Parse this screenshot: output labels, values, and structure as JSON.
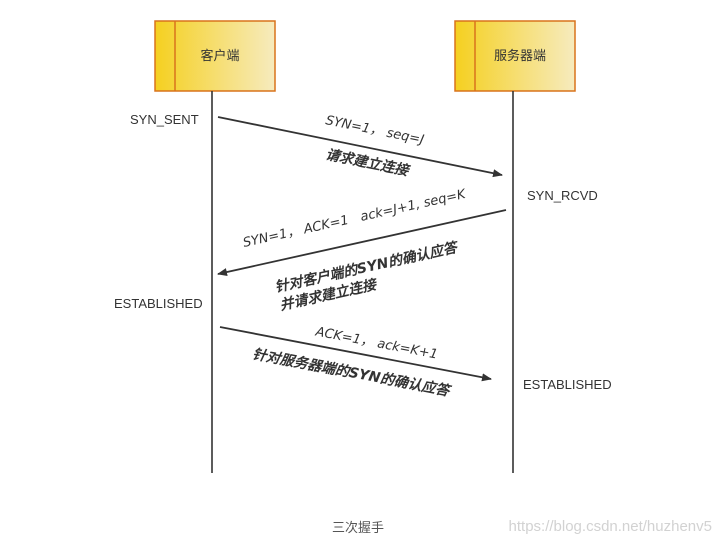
{
  "actors": {
    "client": {
      "label": "客户端"
    },
    "server": {
      "label": "服务器端"
    }
  },
  "states": {
    "client_1": "SYN_SENT",
    "server_1": "SYN_RCVD",
    "client_2": "ESTABLISHED",
    "server_2": "ESTABLISHED"
  },
  "messages": [
    {
      "top": "SYN=1， seq=J",
      "bottom_1": "请求建立连接",
      "bottom_2": ""
    },
    {
      "top": "SYN=1， ACK=1   ack=J+1, seq=K",
      "bottom_1": "针对客户端的SYN的确认应答",
      "bottom_2": "并请求建立连接"
    },
    {
      "top": "ACK=1， ack=K+1",
      "bottom_1": "针对服务器端的SYN的确认应答",
      "bottom_2": ""
    }
  ],
  "caption": "三次握手",
  "watermark": "https://blog.csdn.net/huzhenv5",
  "colors": {
    "box_fill_start": "#f5d020",
    "box_fill_end": "#f5e6a8",
    "box_stroke": "#d9731c",
    "line": "#333333",
    "text": "#333333",
    "watermark": "#cfcfcf"
  }
}
